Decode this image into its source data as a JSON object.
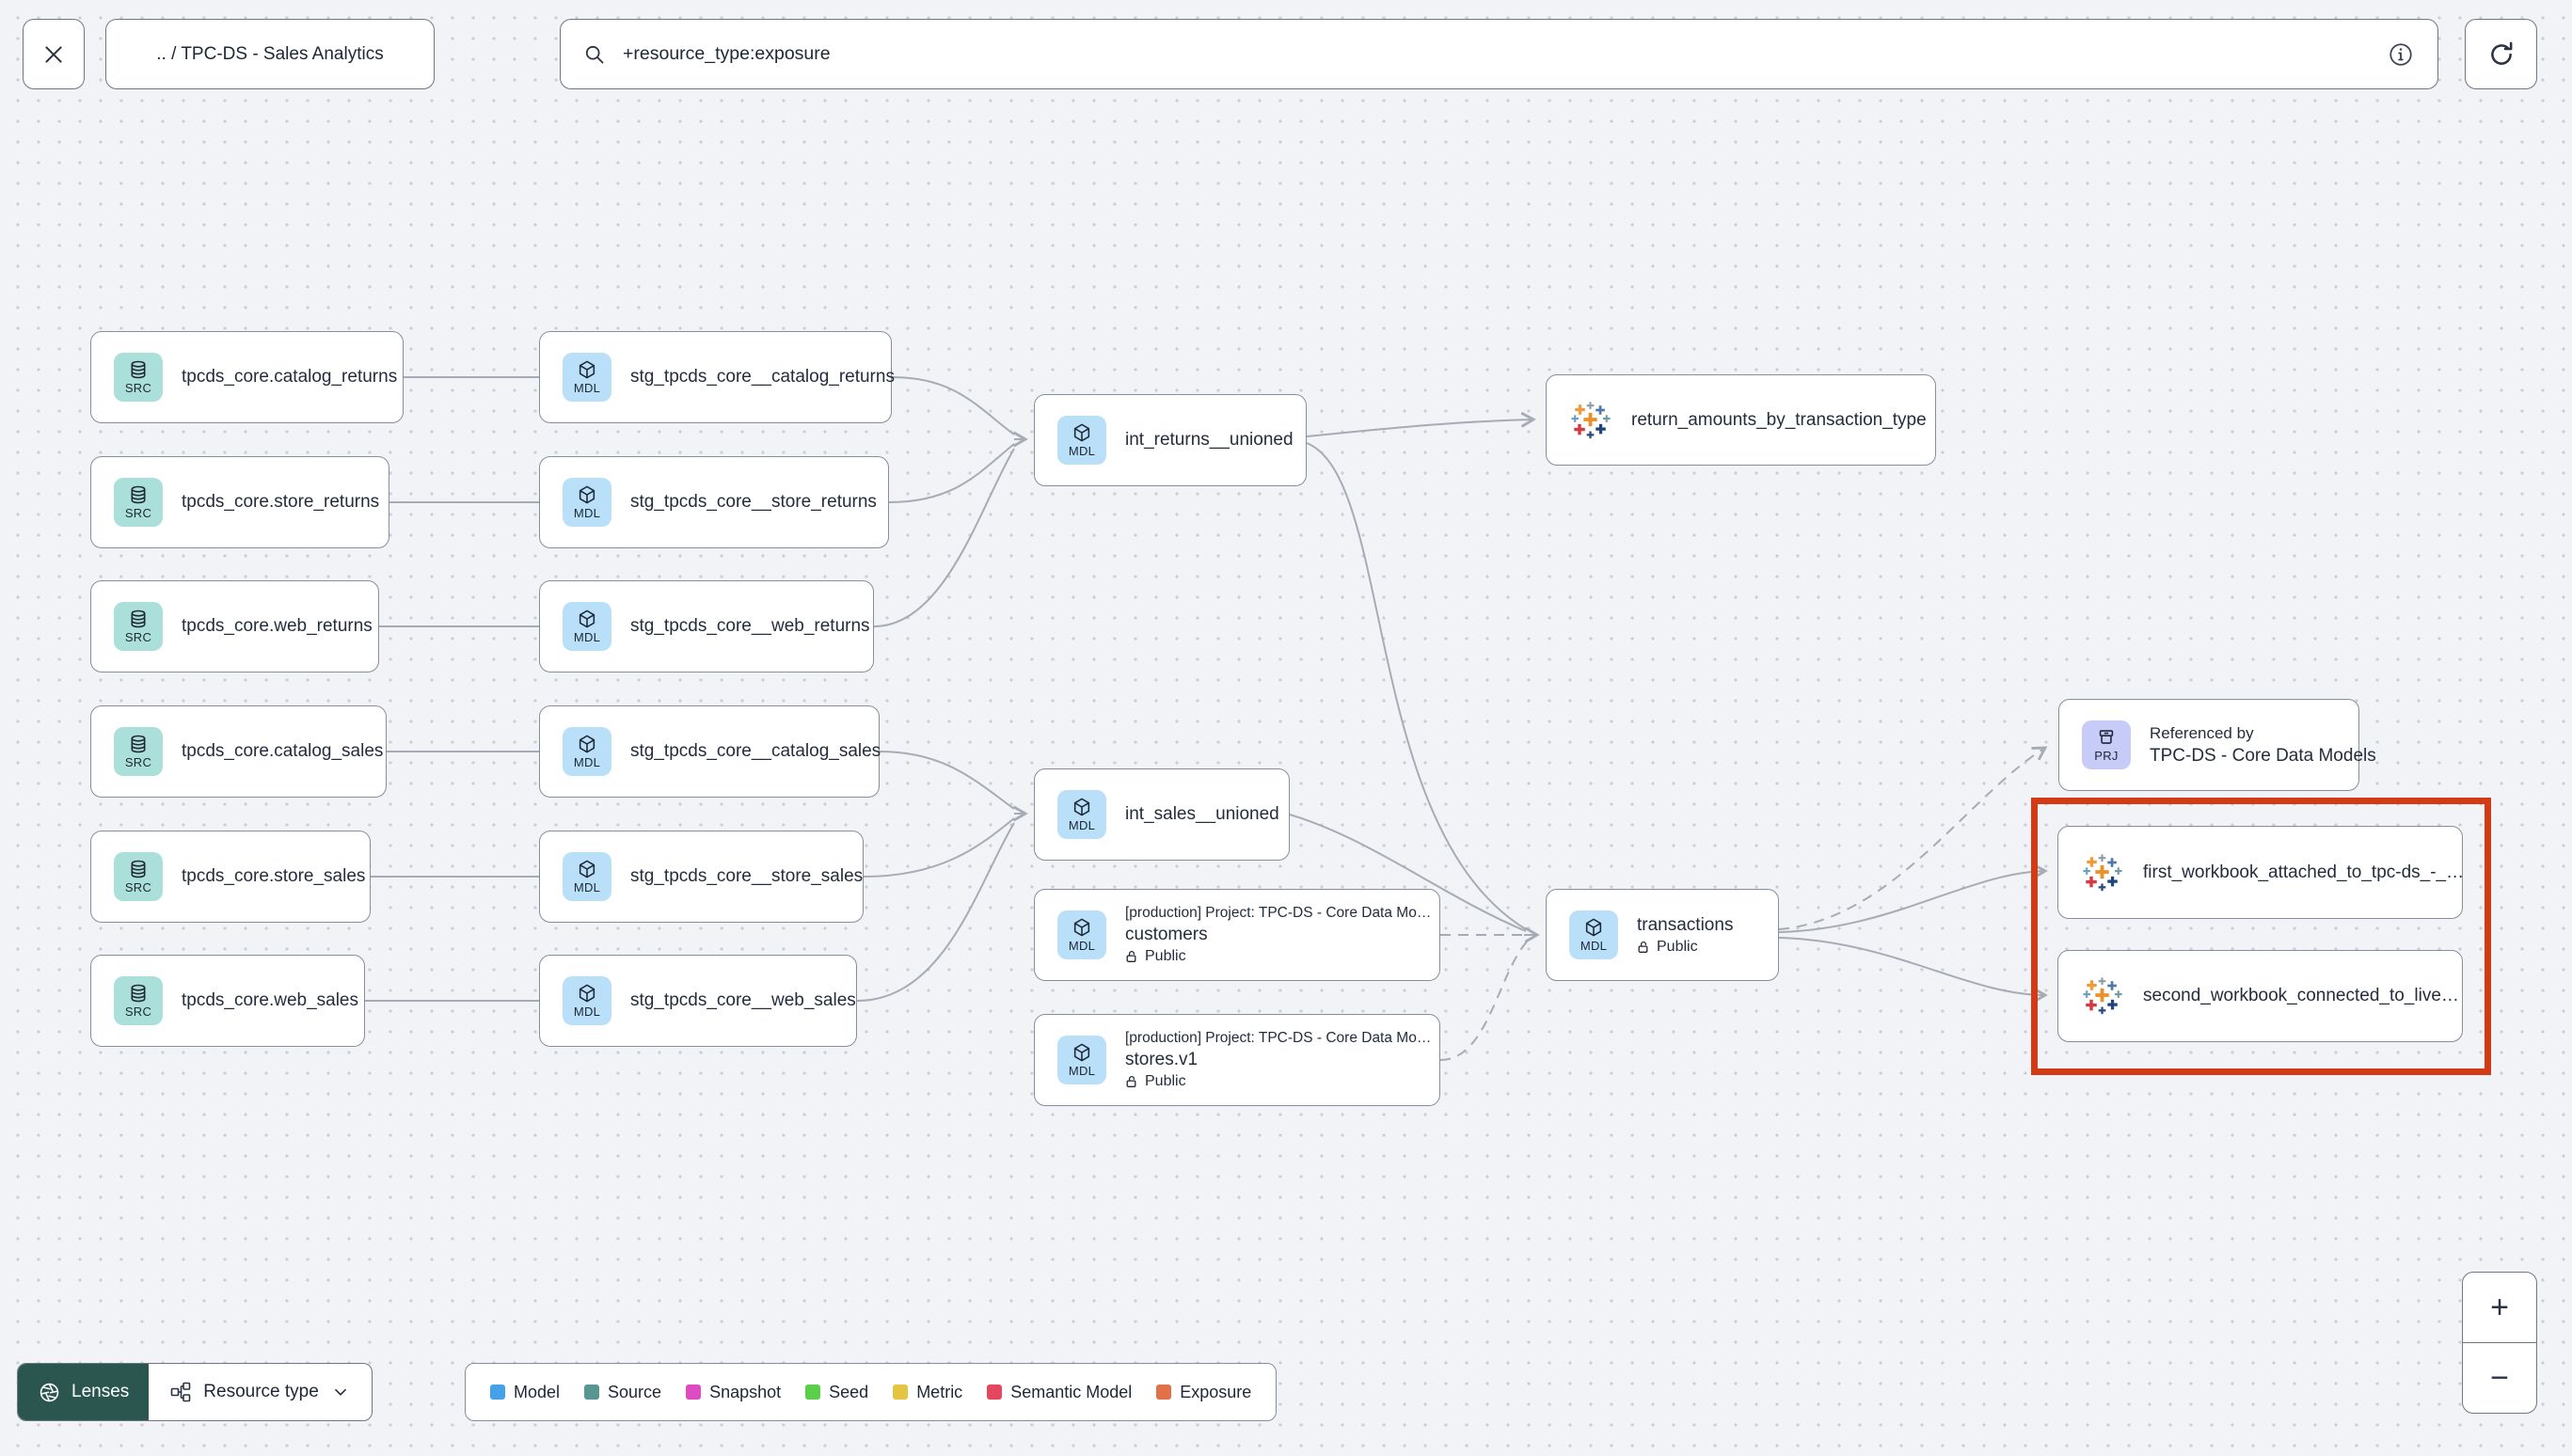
{
  "topbar": {
    "breadcrumb": ".. / TPC-DS - Sales Analytics",
    "search_value": "+resource_type:exposure"
  },
  "badges": {
    "src": "SRC",
    "mdl": "MDL",
    "prj": "PRJ"
  },
  "nodes": {
    "sources": [
      "tpcds_core.catalog_returns",
      "tpcds_core.store_returns",
      "tpcds_core.web_returns",
      "tpcds_core.catalog_sales",
      "tpcds_core.store_sales",
      "tpcds_core.web_sales"
    ],
    "staging": [
      "stg_tpcds_core__catalog_returns",
      "stg_tpcds_core__store_returns",
      "stg_tpcds_core__web_returns",
      "stg_tpcds_core__catalog_sales",
      "stg_tpcds_core__store_sales",
      "stg_tpcds_core__web_sales"
    ],
    "intermediate": [
      "int_returns__unioned",
      "int_sales__unioned"
    ],
    "cross_project": [
      {
        "project": "[production] Project: TPC-DS - Core Data Mo…",
        "name": "customers",
        "access": "Public"
      },
      {
        "project": "[production] Project: TPC-DS - Core Data Mo…",
        "name": "stores.v1",
        "access": "Public"
      }
    ],
    "transactions": {
      "name": "transactions",
      "access": "Public"
    },
    "exposures": [
      "return_amounts_by_transaction_type",
      "first_workbook_attached_to_tpc-ds_-_…",
      "second_workbook_connected_to_live…"
    ],
    "referenced_by": {
      "title": "Referenced by",
      "name": "TPC-DS - Core Data Models"
    }
  },
  "legend": {
    "items": [
      {
        "label": "Model",
        "color": "#45a1e8"
      },
      {
        "label": "Source",
        "color": "#579693"
      },
      {
        "label": "Snapshot",
        "color": "#df4bc0"
      },
      {
        "label": "Seed",
        "color": "#5bcf4c"
      },
      {
        "label": "Metric",
        "color": "#e4c542"
      },
      {
        "label": "Semantic Model",
        "color": "#e54760"
      },
      {
        "label": "Exposure",
        "color": "#e0714a"
      }
    ]
  },
  "controls": {
    "lenses": "Lenses",
    "resource_type": "Resource type",
    "zoom_in": "+",
    "zoom_out": "−"
  },
  "colors": {
    "highlight": "#d23b16"
  }
}
